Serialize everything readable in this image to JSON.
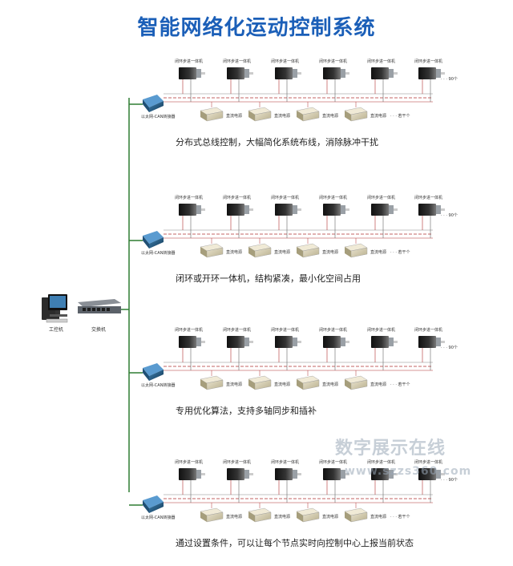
{
  "title": "智能网络化运动控制系统",
  "pc_label": "工控机",
  "switch_label": "交换机",
  "gateway_label": "以太网-CAN转接器",
  "motor_label": "闭环步进一体机",
  "motor_more": "· · · 90个",
  "psu_label": "直流电源",
  "psu_more": "· · · 若干个",
  "rows": [
    {
      "caption": "分布式总线控制，大幅简化系统布线，消除脉冲干扰"
    },
    {
      "caption": "闭环或开环一体机，结构紧凑，最小化空间占用"
    },
    {
      "caption": "专用优化算法，支持多轴同步和插补"
    },
    {
      "caption": "通过设置条件，可以让每个节点实时向控制中心上报当前状态"
    }
  ],
  "watermark": {
    "text": "数字展示在线",
    "url": "www.szzs360.com"
  },
  "colors": {
    "title": "#1b5fb8",
    "bus_line": "#2e7d32",
    "can_line": "#b03030"
  }
}
